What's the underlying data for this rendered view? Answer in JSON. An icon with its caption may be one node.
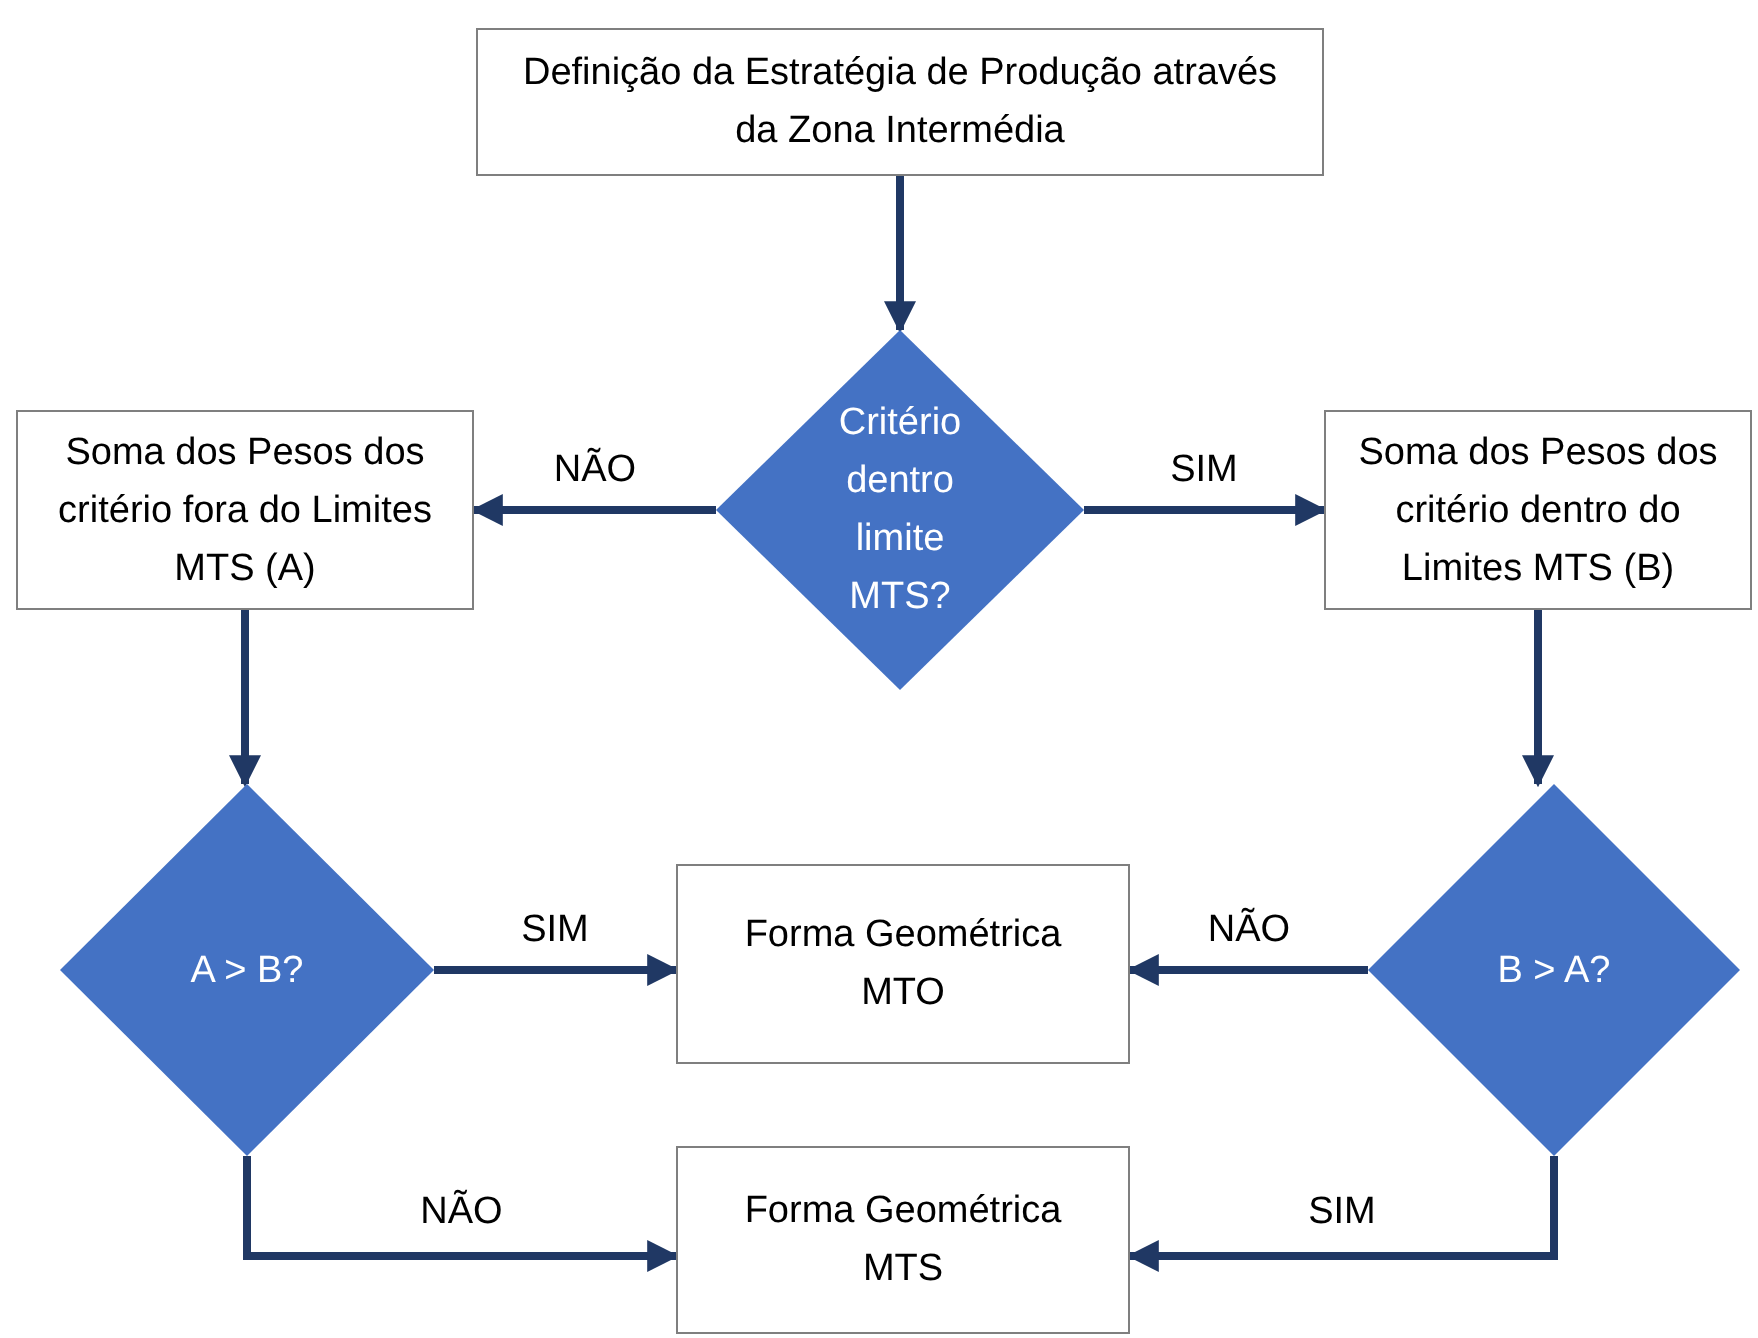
{
  "diagram": {
    "nodes": [
      {
        "text": [
          "Definição da Estratégia de Produção através da Zona Intermédia"
        ]
      },
      {
        "text": [
          "Critério dentro limite MTS?"
        ]
      },
      {
        "text": [
          "Soma dos Pesos dos critério fora do Limites MTS (A)"
        ]
      },
      {
        "text": [
          "Soma dos Pesos dos critério dentro do Limites MTS (B)"
        ]
      },
      {
        "text": [
          "A > B?"
        ]
      },
      {
        "text": [
          "Forma Geométrica MTO"
        ]
      },
      {
        "text": [
          "B > A?"
        ]
      },
      {
        "text": [
          "Forma Geométrica MTS"
        ]
      }
    ],
    "edges": [
      {
        "from": 0,
        "to": 1,
        "arrow": "to"
      },
      {
        "from": 1,
        "to": 2,
        "arrow": "to",
        "label": "NÃO"
      },
      {
        "from": 1,
        "to": 3,
        "arrow": "to",
        "label": "SIM"
      },
      {
        "from": 2,
        "to": 4,
        "arrow": "to"
      },
      {
        "from": 3,
        "to": 6,
        "arrow": "to"
      },
      {
        "from": 4,
        "to": 5,
        "arrow": "to",
        "label": "SIM"
      },
      {
        "from": 6,
        "to": 5,
        "arrow": "to",
        "label": "NÃO"
      },
      {
        "from": 4,
        "to": 7,
        "arrow": "to",
        "label": "NÃO"
      },
      {
        "from": 6,
        "to": 7,
        "arrow": "to",
        "label": "SIM"
      }
    ]
  }
}
